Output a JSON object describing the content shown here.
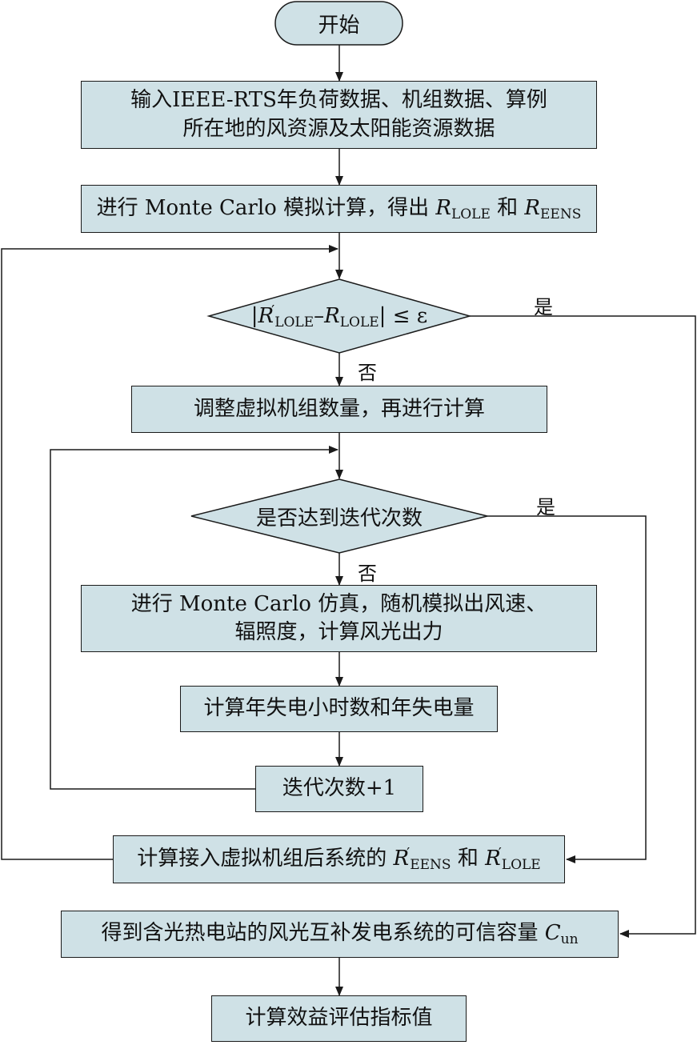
{
  "nodes": {
    "start": "开始",
    "input_line1": "输入IEEE-RTS年负荷数据、机组数据、算例",
    "input_line2": "所在地的风资源及太阳能资源数据",
    "mc_calc_prefix": "进行 Monte Carlo 模拟计算，得出",
    "mc_calc_and": "和",
    "var_R": "R",
    "sub_LOLE": "LOLE",
    "sub_EENS": "EENS",
    "prime": "′",
    "minus": "–",
    "le_eps": "≤ ε",
    "adjust": "调整虚拟机组数量，再进行计算",
    "iter_check": "是否达到迭代次数",
    "sim_line1": "进行 Monte Carlo 仿真，随机模拟出风速、",
    "sim_line2": "辐照度，计算风光出力",
    "annual_loss": "计算年失电小时数和年失电量",
    "iter_inc": "迭代次数+1",
    "after_prefix": "计算接入虚拟机组后系统的",
    "after_and": "和",
    "capacity_prefix": "得到含光热电站的风光互补发电系统的可信容量",
    "var_C": "C",
    "sub_un": "un",
    "benefit": "计算效益评估指标值"
  },
  "labels": {
    "yes": "是",
    "no": "否"
  },
  "colors": {
    "fill": "#cfe1e6",
    "stroke": "#1a1a1a"
  }
}
